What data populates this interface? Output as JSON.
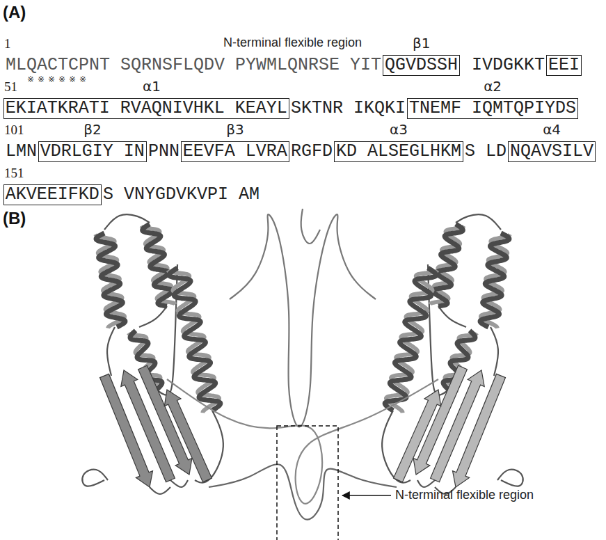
{
  "diagram": {
    "nodes": [
      {
        "text": [
          "QGVDSSH"
        ]
      },
      {
        "text": [
          "EEI"
        ]
      },
      {
        "text": [
          "EKIATKRATI RVAQNIVHKL KEAYL"
        ]
      },
      {
        "text": [
          "TNEMF IQMTQPIYDS"
        ]
      },
      {
        "text": [
          "VDRLGIY IN"
        ]
      },
      {
        "text": [
          "EEVFA LVRA"
        ]
      },
      {
        "text": [
          "KD ALSEGLHKM"
        ]
      },
      {
        "text": [
          "NQAVSILV"
        ]
      },
      {
        "text": [
          "AKVEEIFKD"
        ]
      }
    ],
    "labels": [
      "(A)",
      "1",
      "N-terminal flexible region",
      "β1",
      "MLQACTCPNT SQRNSFLQDV PYWMLQNRSE YIT",
      "IVDGKKT",
      "※※※※※※",
      "51",
      "α1",
      "SKTNR IKQKI",
      "α2",
      "101",
      "β2",
      "β3",
      "α3",
      "α4",
      "LMN",
      "PNN",
      "RGFD",
      "S LD",
      "151",
      "S VNYGDVKVPI AM",
      "(B)",
      "N-terminal flexible region"
    ]
  }
}
